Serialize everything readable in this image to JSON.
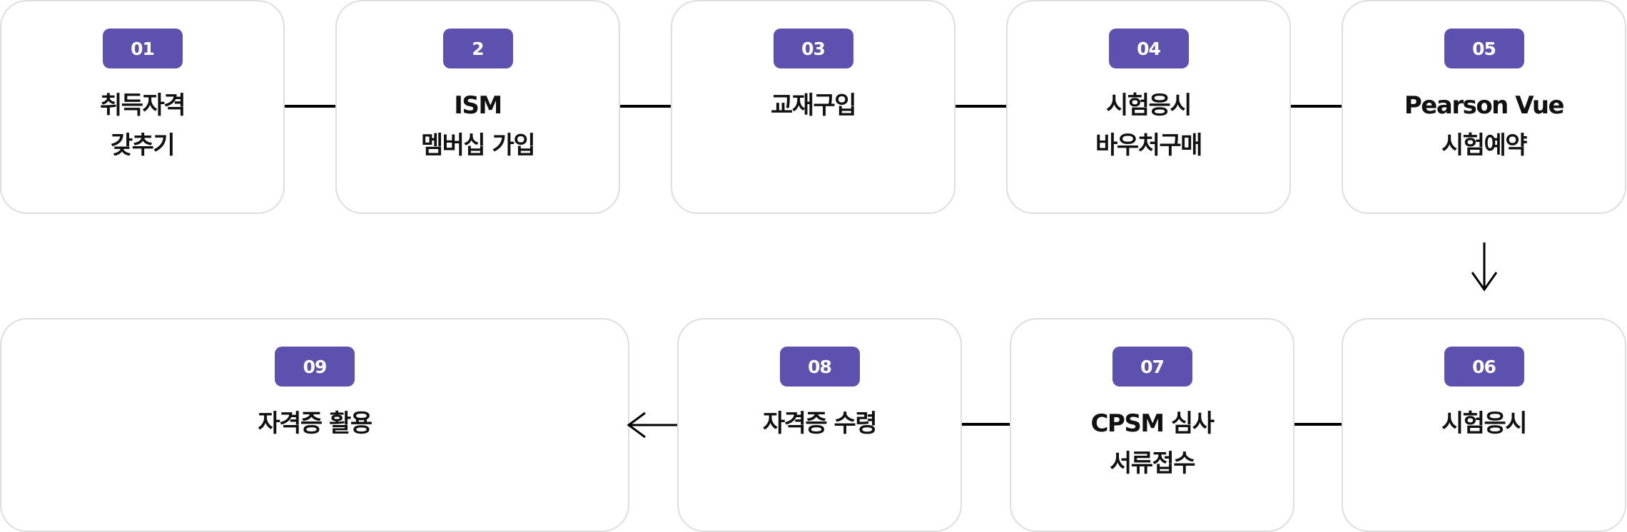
{
  "diagram": {
    "steps": [
      {
        "number": "01",
        "line1": "취득자격",
        "line2": "갖추기"
      },
      {
        "number": "2",
        "line1": "ISM",
        "line2": "멤버십 가입"
      },
      {
        "number": "03",
        "line1": "교재구입",
        "line2": ""
      },
      {
        "number": "04",
        "line1": "시험응시",
        "line2": "바우처구매"
      },
      {
        "number": "05",
        "line1": "Pearson Vue",
        "line2": "시험예약"
      },
      {
        "number": "06",
        "line1": "시험응시",
        "line2": ""
      },
      {
        "number": "07",
        "line1": "CPSM 심사",
        "line2": "서류접수"
      },
      {
        "number": "08",
        "line1": "자격증 수령",
        "line2": ""
      },
      {
        "number": "09",
        "line1": "자격증 활용",
        "line2": ""
      }
    ],
    "colors": {
      "badge": "#5d51b0",
      "border": "#dedede",
      "connector": "#000000"
    },
    "icons": {
      "down_arrow": "arrow-down-icon",
      "left_arrow": "arrow-left-icon"
    }
  }
}
